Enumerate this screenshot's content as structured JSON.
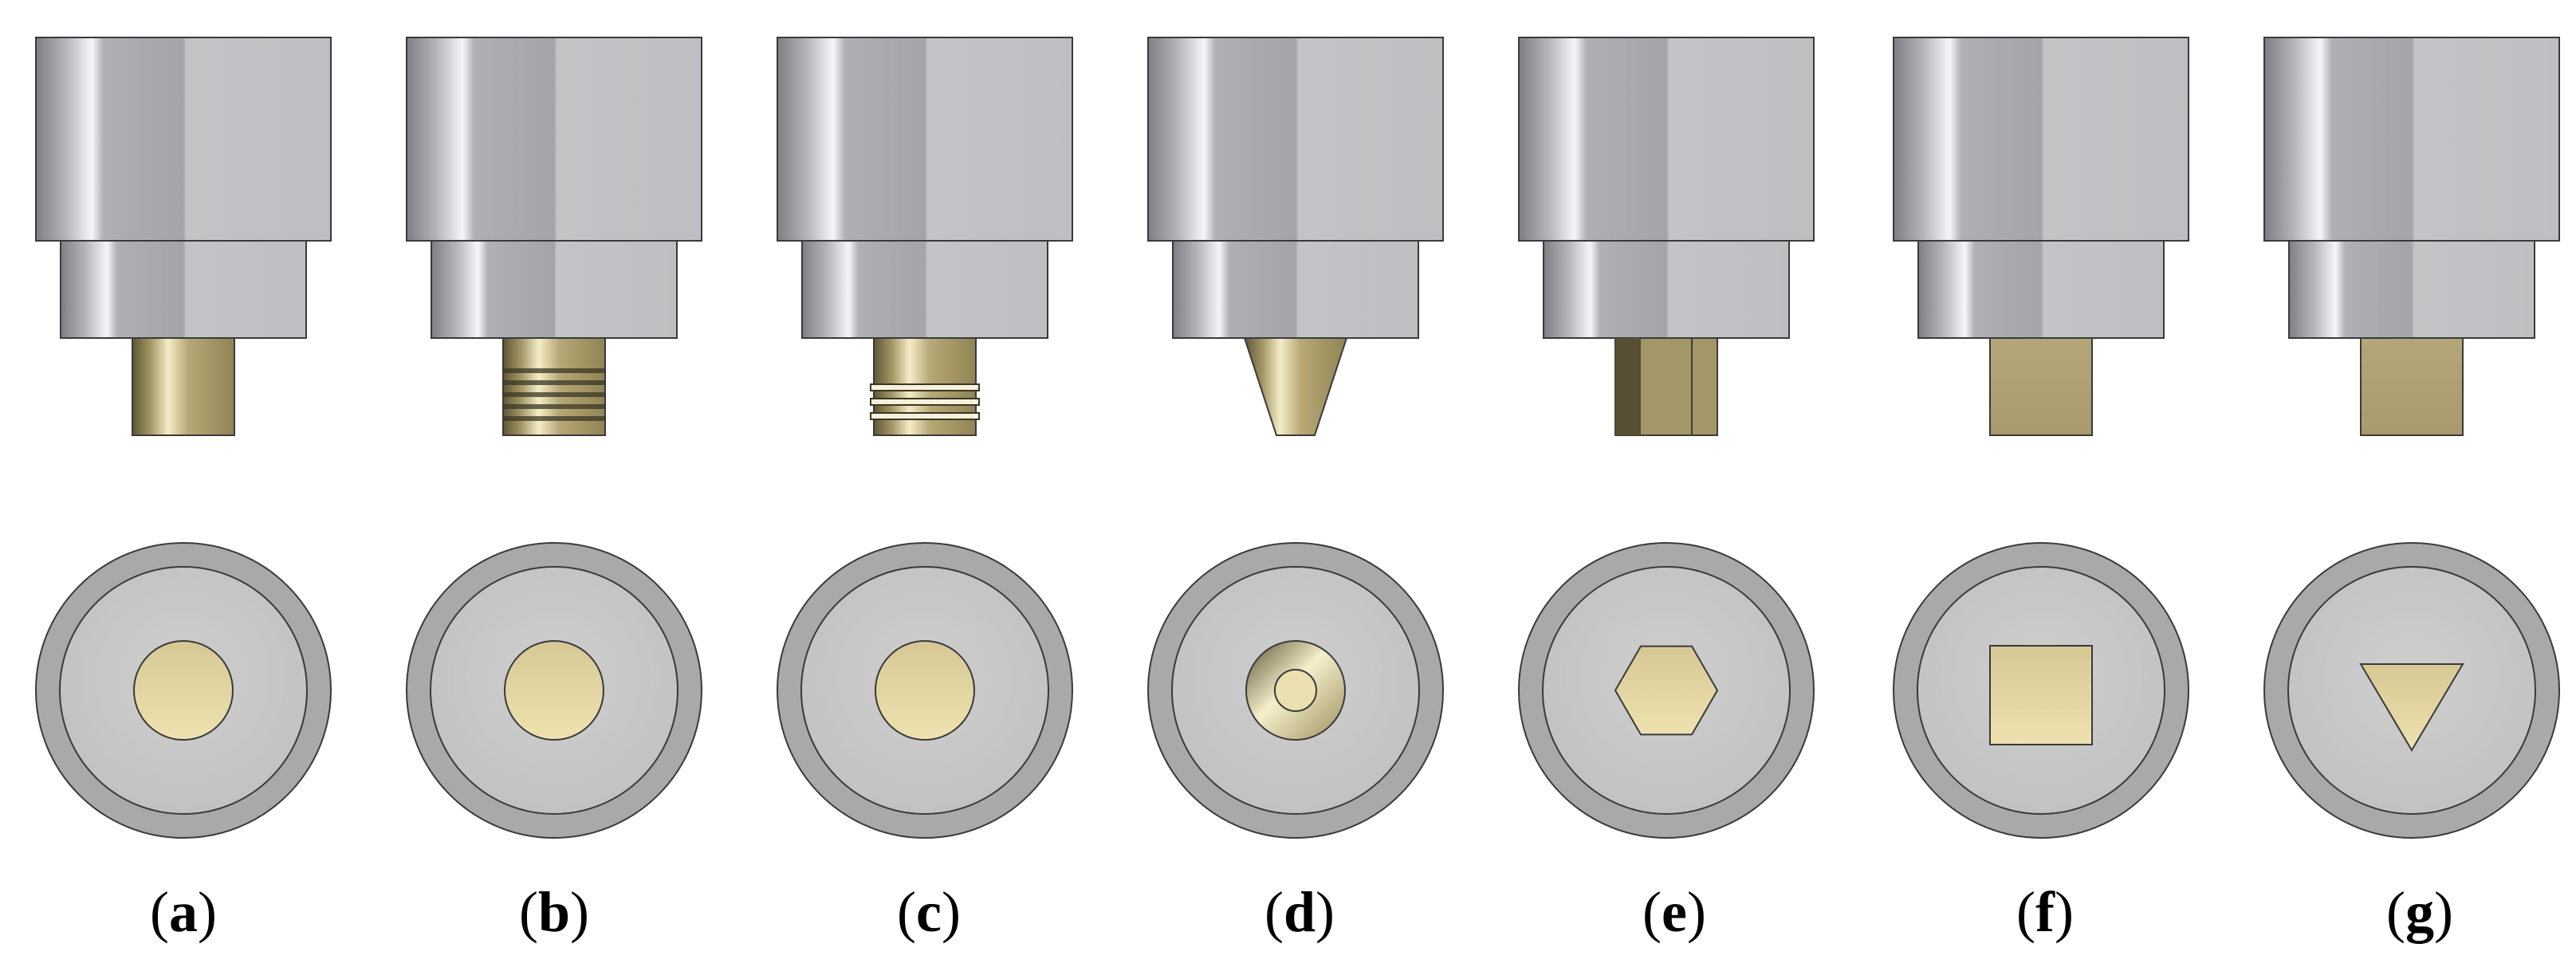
{
  "figure": {
    "panels": [
      {
        "letter": "a",
        "tip": "cylinder"
      },
      {
        "letter": "b",
        "tip": "threaded"
      },
      {
        "letter": "c",
        "tip": "grooved"
      },
      {
        "letter": "d",
        "tip": "conical"
      },
      {
        "letter": "e",
        "tip": "hexagon"
      },
      {
        "letter": "f",
        "tip": "square"
      },
      {
        "letter": "g",
        "tip": "triangle"
      }
    ],
    "colors": {
      "body_light": "#c4c6ca",
      "body_dark": "#8f9196",
      "pin_gold": "#d8c894",
      "pin_dark": "#6e6540",
      "outline": "#3a3a3a",
      "disc_outer": "#a9a9a9",
      "disc_inner": "#c6c6c6"
    }
  }
}
